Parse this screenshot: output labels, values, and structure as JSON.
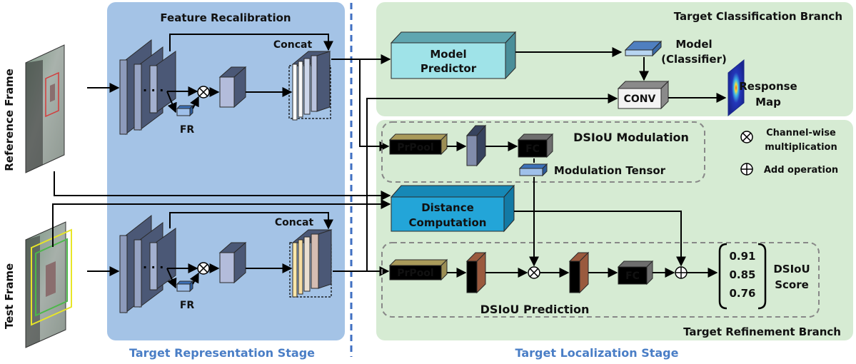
{
  "colors": {
    "representation_panel": "#a4c3e6",
    "localization_panel": "#d6ebd3",
    "divider": "#3f6fc2",
    "stage_label": "#4a7ec6",
    "feature_block": "#9aa7c8",
    "model_predictor": "#9fe3e8",
    "distance_computation": "#23a5d8",
    "prpool": "#fdf2c4",
    "fc": "#d0d0d0",
    "dsiou_feature": "#e9a47e",
    "response_map": "#2336b9",
    "reference_box": "#d43a3a",
    "test_box_outer": "#e8e628",
    "test_box_inner": "#4cb84a"
  },
  "frames": {
    "reference_label": "Reference Frame",
    "test_label": "Test Frame"
  },
  "representation": {
    "title": "Feature Recalibration",
    "concat_label": "Concat",
    "fr_label": "FR",
    "stage_label": "Target Representation Stage"
  },
  "localization": {
    "stage_label": "Target Localization Stage",
    "classification_branch": "Target Classification Branch",
    "refinement_branch": "Target Refinement Branch",
    "model_predictor_line1": "Model",
    "model_predictor_line2": "Predictor",
    "model_classifier_line1": "Model",
    "model_classifier_line2": "(Classifier)",
    "conv_label": "CONV",
    "response_map_line1": "Response",
    "response_map_line2": "Map",
    "dsiou_modulation": "DSIoU Modulation",
    "prpool_label": "PrPool",
    "fc_label": "FC",
    "modulation_tensor": "Modulation Tensor",
    "distance_line1": "Distance",
    "distance_line2": "Computation",
    "dsiou_prediction": "DSIoU Prediction",
    "scores": [
      "0.91",
      "0.85",
      "0.76"
    ],
    "score_label_line1": "DSIoU",
    "score_label_line2": "Score"
  },
  "legend": {
    "channel_wise_line1": "Channel-wise",
    "channel_wise_line2": "multiplication",
    "add_operation": "Add operation"
  }
}
